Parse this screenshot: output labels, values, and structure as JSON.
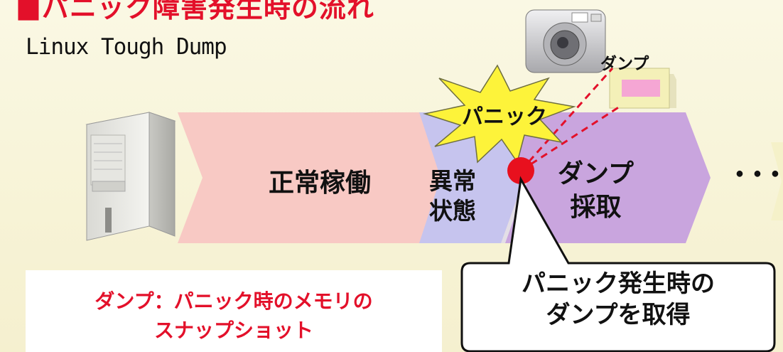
{
  "title": "■パニック障害発生時の流れ",
  "subtitle": "Linux Tough Dump",
  "stages": {
    "normal": "正常稼働",
    "abnormal_line1": "異常",
    "abnormal_line2": "状態",
    "dump_line1": "ダンプ",
    "dump_line2": "採取",
    "continuation": "･･･"
  },
  "burst_label": "パニック",
  "dump_file_label": "ダンプ",
  "definition": {
    "line1": "ダンプ：パニック時のメモリの",
    "line2": "スナップショット"
  },
  "callout": {
    "line1": "パニック発生時の",
    "line2": "ダンプを取得"
  },
  "colors": {
    "title": "#e3102a",
    "definition_text": "#e3102a",
    "stage_normal": "#f8c9c4",
    "stage_abnormal": "#c6c4ee",
    "stage_dump": "#c9a5de",
    "panic_point": "#e8101e",
    "burst": "#fdf33a",
    "dump_note": "#f4f0b8",
    "dump_note_inner": "#f5a6d4"
  }
}
